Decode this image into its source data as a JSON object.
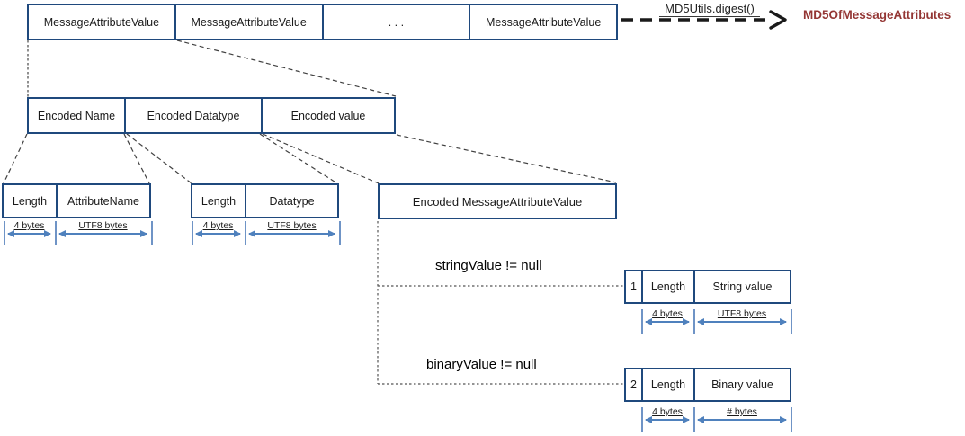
{
  "top_row": {
    "cells": [
      "MessageAttributeValue",
      "MessageAttributeValue",
      ".  .  .",
      "MessageAttributeValue"
    ]
  },
  "md5": {
    "function_label": "MD5Utils.digest()",
    "result_label": "MD5OfMessageAttributes",
    "result_color": "#943634"
  },
  "encoded_row": {
    "cells": [
      "Encoded Name",
      "Encoded Datatype",
      "Encoded value"
    ]
  },
  "name_box": {
    "cells": [
      "Length",
      "AttributeName"
    ],
    "dims": [
      "4 bytes",
      "UTF8 bytes"
    ]
  },
  "datatype_box": {
    "cells": [
      "Length",
      "Datatype"
    ],
    "dims": [
      "4 bytes",
      "UTF8 bytes"
    ]
  },
  "emav_box": {
    "label": "Encoded MessageAttributeValue"
  },
  "string_branch": {
    "condition": "stringValue != null",
    "cells": [
      "1",
      "Length",
      "String value"
    ],
    "dims": [
      "4 bytes",
      "UTF8 bytes"
    ]
  },
  "binary_branch": {
    "condition": "binaryValue != null",
    "cells": [
      "2",
      "Length",
      "Binary value"
    ],
    "dims": [
      "4 bytes",
      "# bytes"
    ]
  },
  "colors": {
    "box_border": "#1F497D",
    "dim_blue": "#4F81BD",
    "connector": "#404040",
    "md5_result_text": "#943634"
  }
}
